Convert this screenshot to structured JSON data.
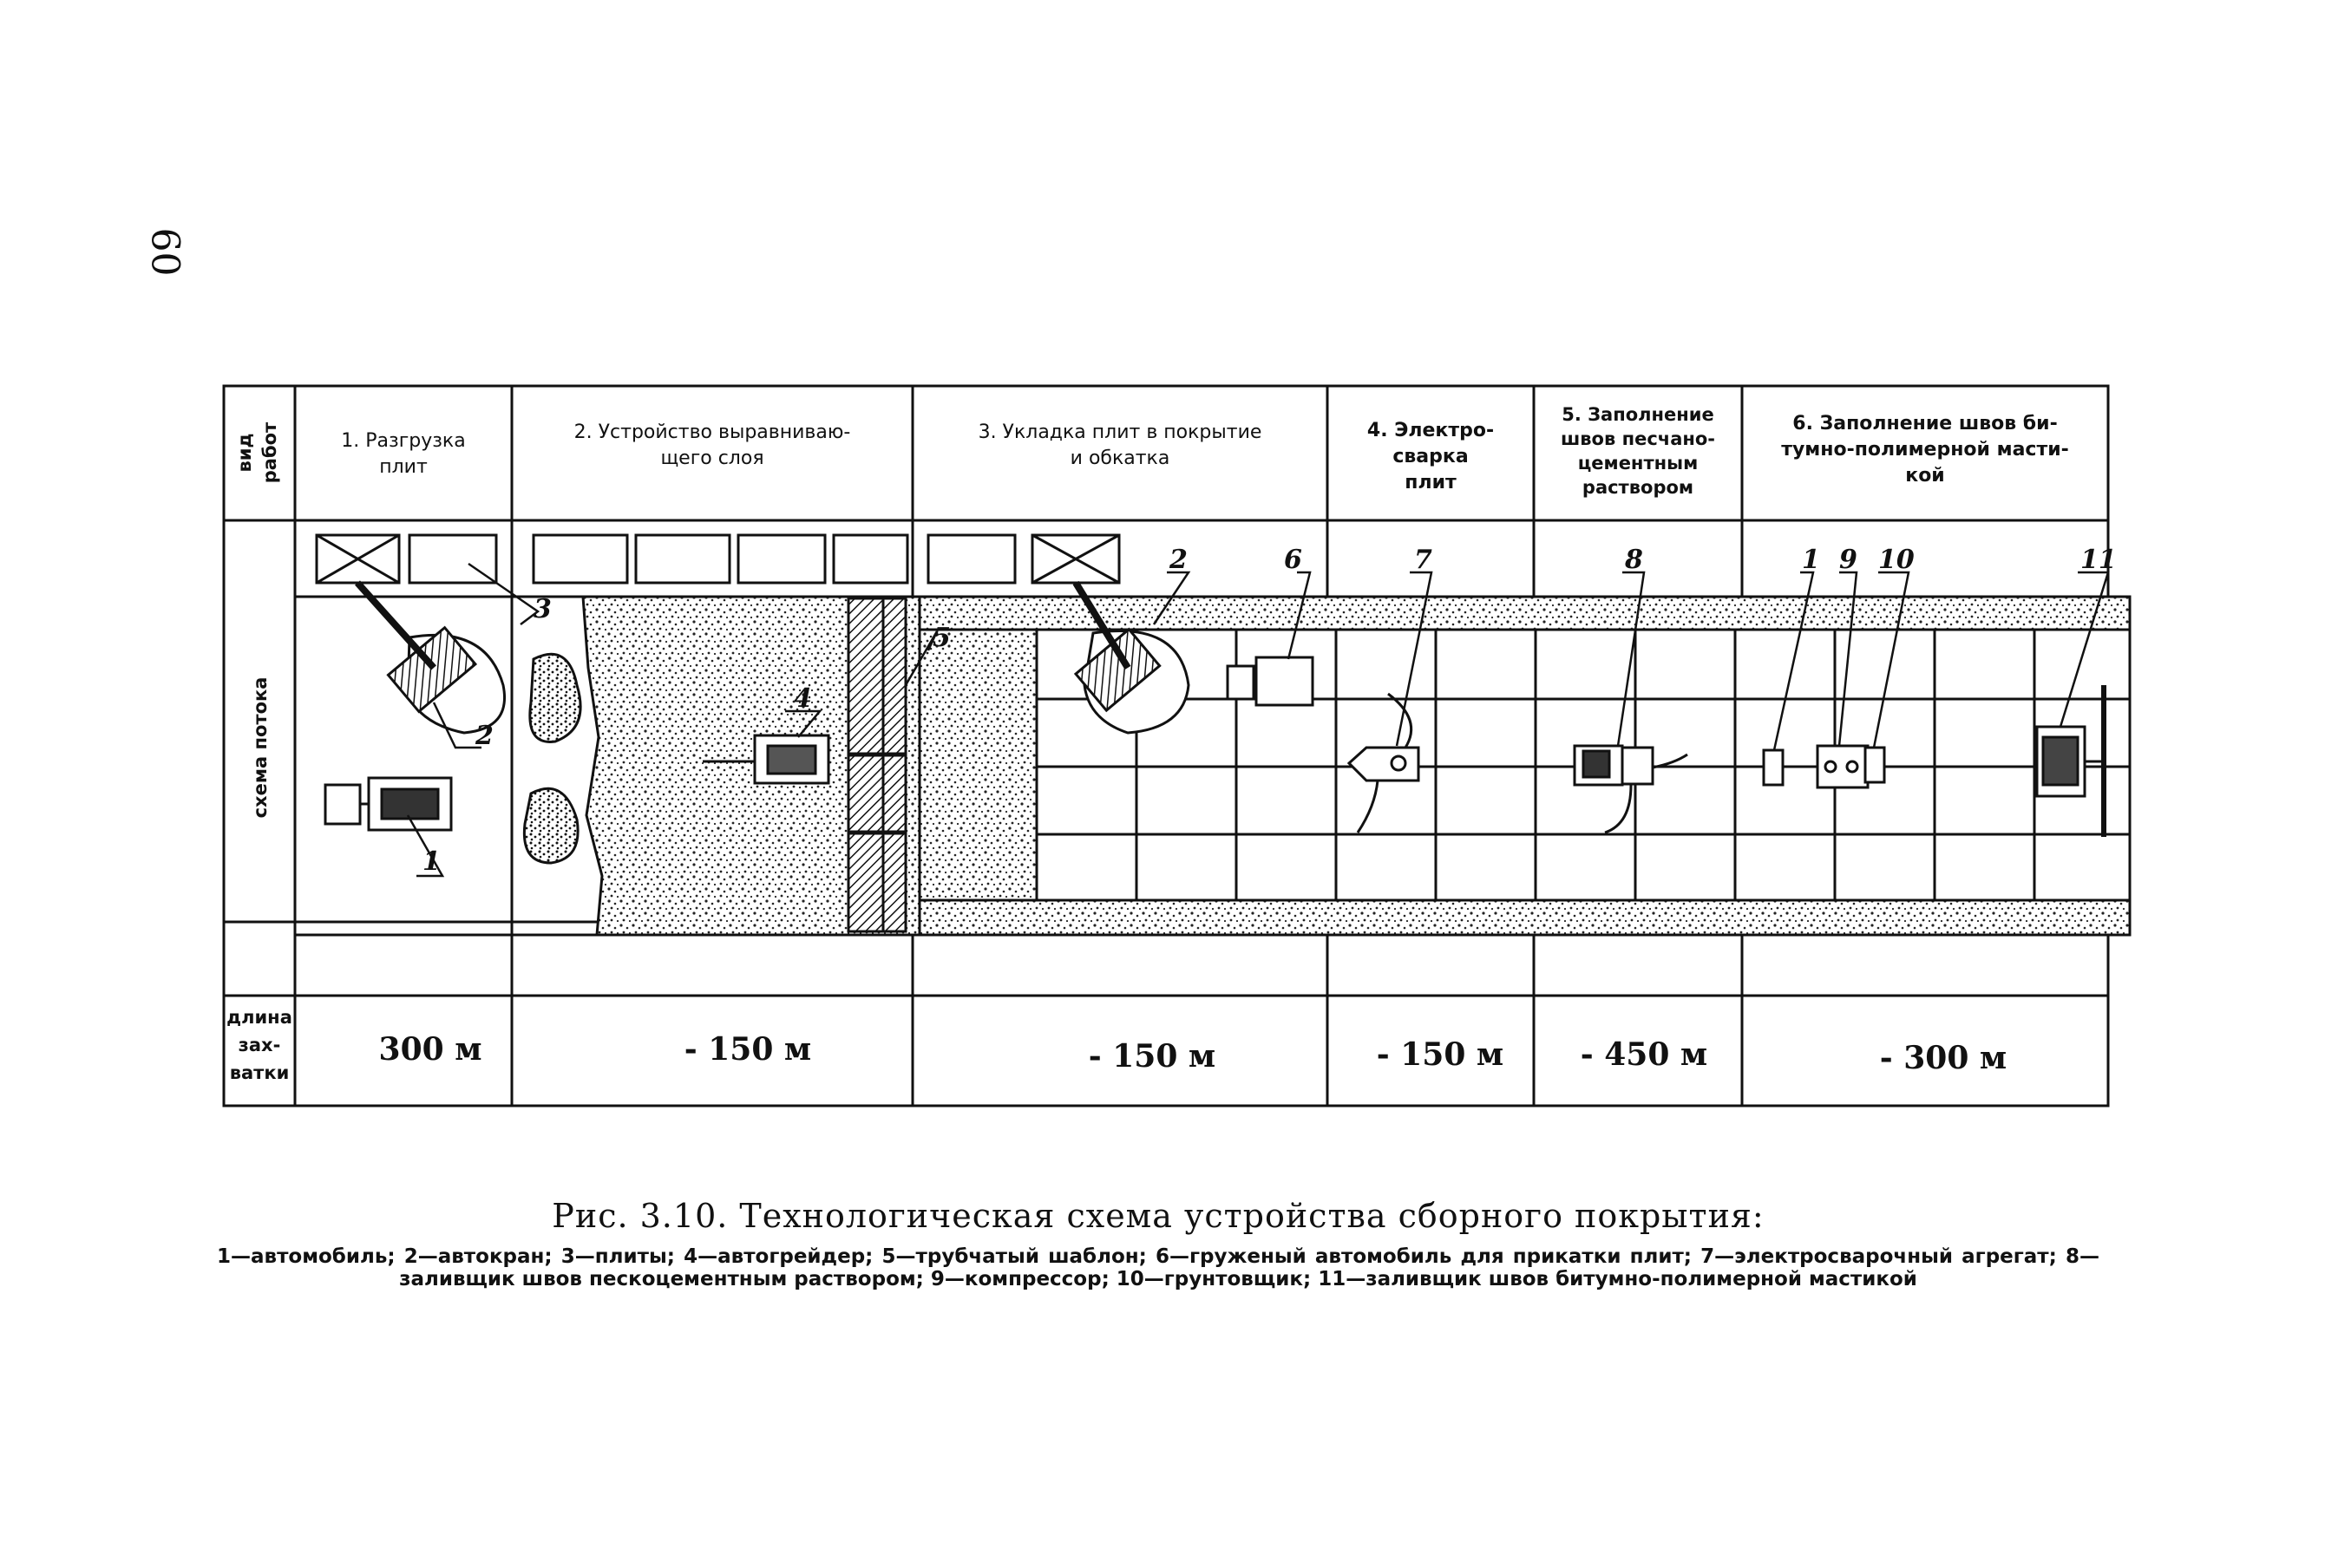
{
  "page_number": "60",
  "row_labels": {
    "work_type": [
      "вид",
      "работ"
    ],
    "flow_scheme": "схема потока",
    "grip_length": [
      "длина",
      "зах-",
      "ватки"
    ]
  },
  "stages": [
    {
      "number": "1",
      "title_lines": [
        "1. Разгрузка",
        "плит"
      ],
      "length": "300 м"
    },
    {
      "number": "2",
      "title_lines": [
        "2. Устройство выравниваю-",
        "щего слоя"
      ],
      "length": "- 150 м"
    },
    {
      "number": "3",
      "title_lines": [
        "3. Укладка плит в покрытие",
        "и обкатка"
      ],
      "length": "- 150 м"
    },
    {
      "number": "4",
      "title_lines": [
        "4. Электро-",
        "сварка",
        "плит"
      ],
      "length": "- 150 м"
    },
    {
      "number": "5",
      "title_lines": [
        "5. Заполнение",
        "швов песчано-",
        "цементным",
        "раствором"
      ],
      "length": "- 450 м"
    },
    {
      "number": "6",
      "title_lines": [
        "6. Заполнение швов би-",
        "тумно-полимерной масти-",
        "кой"
      ],
      "length": "- 300 м"
    }
  ],
  "callouts": [
    "1",
    "2",
    "3",
    "4",
    "5",
    "6",
    "7",
    "8",
    "1",
    "9",
    "10",
    "11",
    "2"
  ],
  "caption": {
    "title": "Рис. 3.10. Технологическая схема устройства сборного покрытия:",
    "legend": "1—автомобиль; 2—автокран; 3—плиты; 4—автогрейдер; 5—трубчатый шаблон; 6—груженый автомобиль для прикатки плит; 7—электросварочный агрегат; 8—заливщик швов пескоцементным раствором; 9—компрессор; 10—грунтовщик; 11—заливщик швов битумно-полимерной мастикой"
  }
}
